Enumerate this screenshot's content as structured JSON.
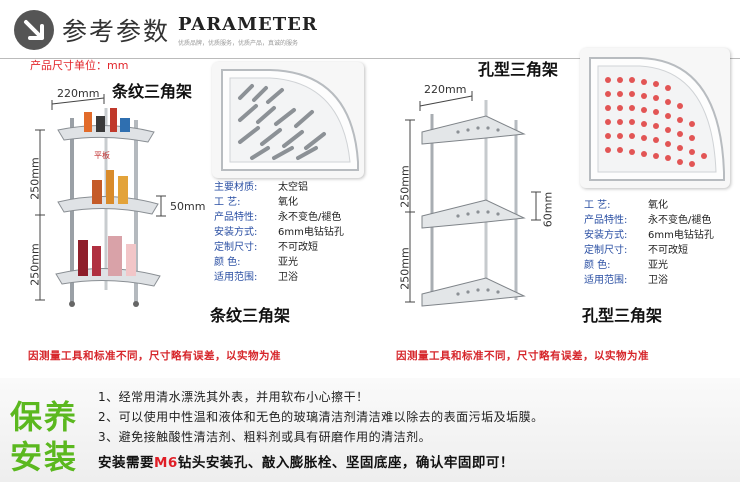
{
  "header": {
    "title_cn": "参考参数",
    "title_en": "PARAMETER",
    "subtitle": "优质品牌，优质服务，优质产品，真诚的服务"
  },
  "unit_note": "产品尺寸单位：mm",
  "left_product": {
    "name": "条纹三角架",
    "name_bottom": "条纹三角架",
    "width_dim": "220mm",
    "height_top": "250mm",
    "height_bottom": "250mm",
    "side_dim": "50mm",
    "small_label": "平板",
    "specs": [
      {
        "k": "主要材质:",
        "v": "太空铝"
      },
      {
        "k": "工    艺:",
        "v": "氧化"
      },
      {
        "k": "产品特性:",
        "v": "永不变色/褪色"
      },
      {
        "k": "安装方式:",
        "v": "6mm电钻钻孔"
      },
      {
        "k": "定制尺寸:",
        "v": "不可改短"
      },
      {
        "k": "颜    色:",
        "v": "亚光"
      },
      {
        "k": "适用范围:",
        "v": "卫浴"
      }
    ]
  },
  "right_product": {
    "name": "孔型三角架",
    "name_bottom": "孔型三角架",
    "width_dim": "220mm",
    "height_top": "250mm",
    "height_bottom": "250mm",
    "side_dim": "60mm",
    "specs": [
      {
        "k": "工    艺:",
        "v": "氧化"
      },
      {
        "k": "产品特性:",
        "v": "永不变色/褪色"
      },
      {
        "k": "安装方式:",
        "v": "6mm电钻钻孔"
      },
      {
        "k": "定制尺寸:",
        "v": "不可改短"
      },
      {
        "k": "颜    色:",
        "v": "亚光"
      },
      {
        "k": "适用范围:",
        "v": "卫浴"
      }
    ]
  },
  "warning": "因测量工具和标准不同，尺寸略有误差，以实物为准",
  "care": {
    "title_1": "保养",
    "title_2": "安装",
    "lines": [
      "1、经常用清水漂洗其外表，并用软布小心擦干！",
      "2、可以使用中性温和液体和无色的玻璃清洁剂清洁难以除去的表面污垢及垢膜。",
      "3、避免接触酸性清洁剂、粗料剂或具有研磨作用的清洁剂。"
    ],
    "install_pre": "安装需要",
    "install_hl": "M6",
    "install_post": "钻头安装孔、敲入膨胀栓、坚固底座，确认牢固即可！"
  }
}
